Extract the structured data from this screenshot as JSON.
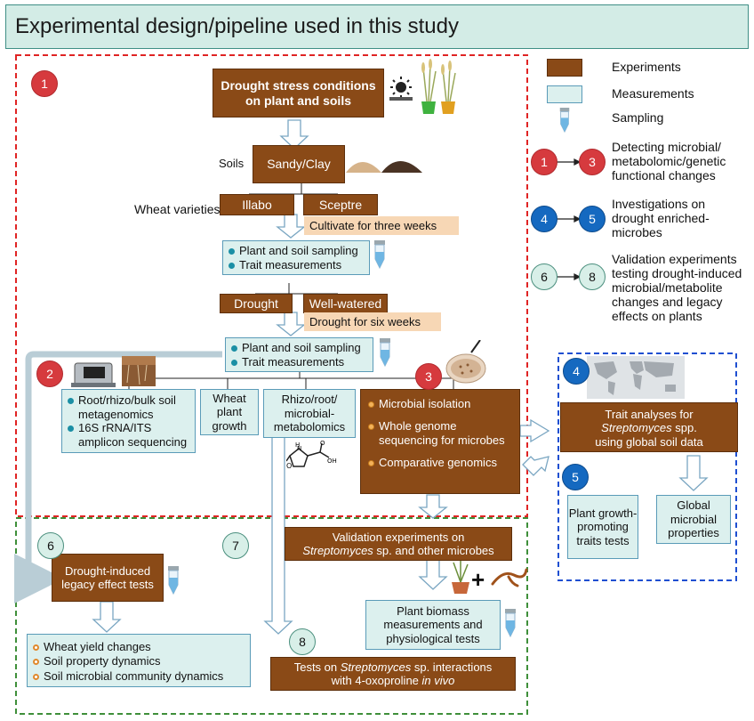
{
  "title": "Experimental design/pipeline used in this study",
  "stage1": {
    "top_box": "Drought stress conditions on plant and soils",
    "soils_label": "Soils",
    "soils_box": "Sandy/Clay",
    "varieties_label": "Wheat varieties",
    "variety_1": "Illabo",
    "variety_2": "Sceptre",
    "cultivate": "Cultivate for three weeks",
    "sampling1": [
      "Plant and soil sampling",
      "Trait measurements"
    ],
    "drought": "Drought",
    "wellwatered": "Well-watered",
    "drought_six": "Drought for six weeks",
    "sampling2": [
      "Plant and soil sampling",
      "Trait measurements"
    ],
    "meta": [
      "Root/rhizo/bulk soil metagenomics",
      "16S rRNA/ITS amplicon sequencing"
    ],
    "wheat_growth": "Wheat plant growth",
    "metabolomics": "Rhizo/root/ microbial- metabolomics",
    "isolation": [
      "Microbial isolation",
      "Whole genome sequencing for microbes",
      "Comparative genomics"
    ]
  },
  "stage4": {
    "trait_line1": "Trait analyses for",
    "trait_species": "Streptomyces",
    "trait_line2": " spp.",
    "trait_line3": "using global soil data",
    "plant_growth": "Plant growth- promoting traits tests",
    "global_props": "Global microbial properties"
  },
  "stage6": {
    "legacy": "Drought-induced legacy effect tests",
    "results": [
      "Wheat yield changes",
      "Soil property dynamics",
      "Soil microbial community dynamics"
    ]
  },
  "stage7": {
    "validation_line1": "Validation experiments on",
    "validation_species": "Streptomyces",
    "validation_line2": " sp. and other microbes",
    "biomass": "Plant biomass measurements and physiological tests",
    "plus": "+"
  },
  "stage8": {
    "tests_pre": "Tests on ",
    "tests_species": "Streptomyces",
    "tests_mid": " sp. interactions",
    "tests_line2_pre": "with 4-oxoproline ",
    "tests_invivo": "in vivo"
  },
  "numbers": {
    "n1": "1",
    "n2": "2",
    "n3": "3",
    "n4": "4",
    "n5": "5",
    "n6": "6",
    "n7": "7",
    "n8": "8"
  },
  "legend": {
    "experiments": "Experiments",
    "measurements": "Measurements",
    "sampling": "Sampling",
    "row1_from": "1",
    "row1_to": "3",
    "row1_text": "Detecting microbial/ metabolomic/genetic functional changes",
    "row2_from": "4",
    "row2_to": "5",
    "row2_text": "Investigations on drought enriched- microbes",
    "row3_from": "6",
    "row3_to": "8",
    "row3_text": "Validation experiments testing drought-induced microbial/metabolite changes and legacy effects on plants"
  },
  "colors": {
    "experiment": "#8a4a17",
    "measurement": "#dcf0ee",
    "note": "#f7d7b5",
    "stage_red": "#d63a3e",
    "stage_blue": "#1569c0",
    "stage_mint": "#d8efe8"
  }
}
